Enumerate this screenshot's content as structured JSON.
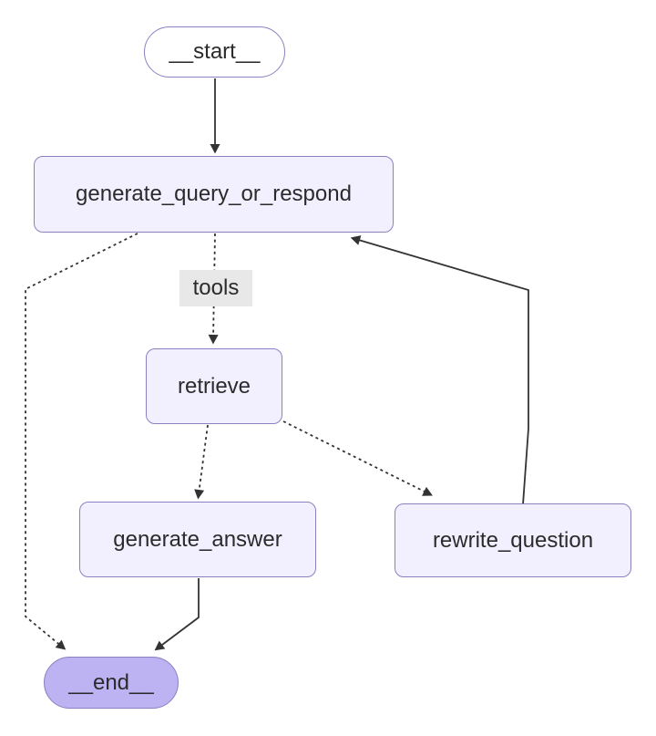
{
  "diagram": {
    "type": "flowchart",
    "direction": "top-down",
    "nodes": {
      "start": {
        "label": "__start__",
        "shape": "stadium"
      },
      "generate_query_or_respond": {
        "label": "generate_query_or_respond",
        "shape": "rect"
      },
      "retrieve": {
        "label": "retrieve",
        "shape": "rect"
      },
      "generate_answer": {
        "label": "generate_answer",
        "shape": "rect"
      },
      "rewrite_question": {
        "label": "rewrite_question",
        "shape": "rect"
      },
      "end": {
        "label": "__end__",
        "shape": "stadium"
      }
    },
    "edge_labels": {
      "tools": "tools"
    },
    "edges": [
      {
        "from": "__start__",
        "to": "generate_query_or_respond",
        "style": "solid",
        "label": ""
      },
      {
        "from": "generate_query_or_respond",
        "to": "retrieve",
        "style": "dotted",
        "label": "tools"
      },
      {
        "from": "generate_query_or_respond",
        "to": "__end__",
        "style": "dotted",
        "label": ""
      },
      {
        "from": "retrieve",
        "to": "generate_answer",
        "style": "dotted",
        "label": ""
      },
      {
        "from": "retrieve",
        "to": "rewrite_question",
        "style": "dotted",
        "label": ""
      },
      {
        "from": "rewrite_question",
        "to": "generate_query_or_respond",
        "style": "solid",
        "label": ""
      },
      {
        "from": "generate_answer",
        "to": "__end__",
        "style": "solid",
        "label": ""
      }
    ],
    "colors": {
      "background": "#ffffff",
      "node_fill": "#f2f0ff",
      "node_border": "#8c80c2",
      "start_fill": "#ffffff",
      "end_fill": "#bdb2f2",
      "edge_stroke": "#333333",
      "edge_label_bg": "#e8e8e8",
      "text": "#2b2b2b"
    }
  }
}
